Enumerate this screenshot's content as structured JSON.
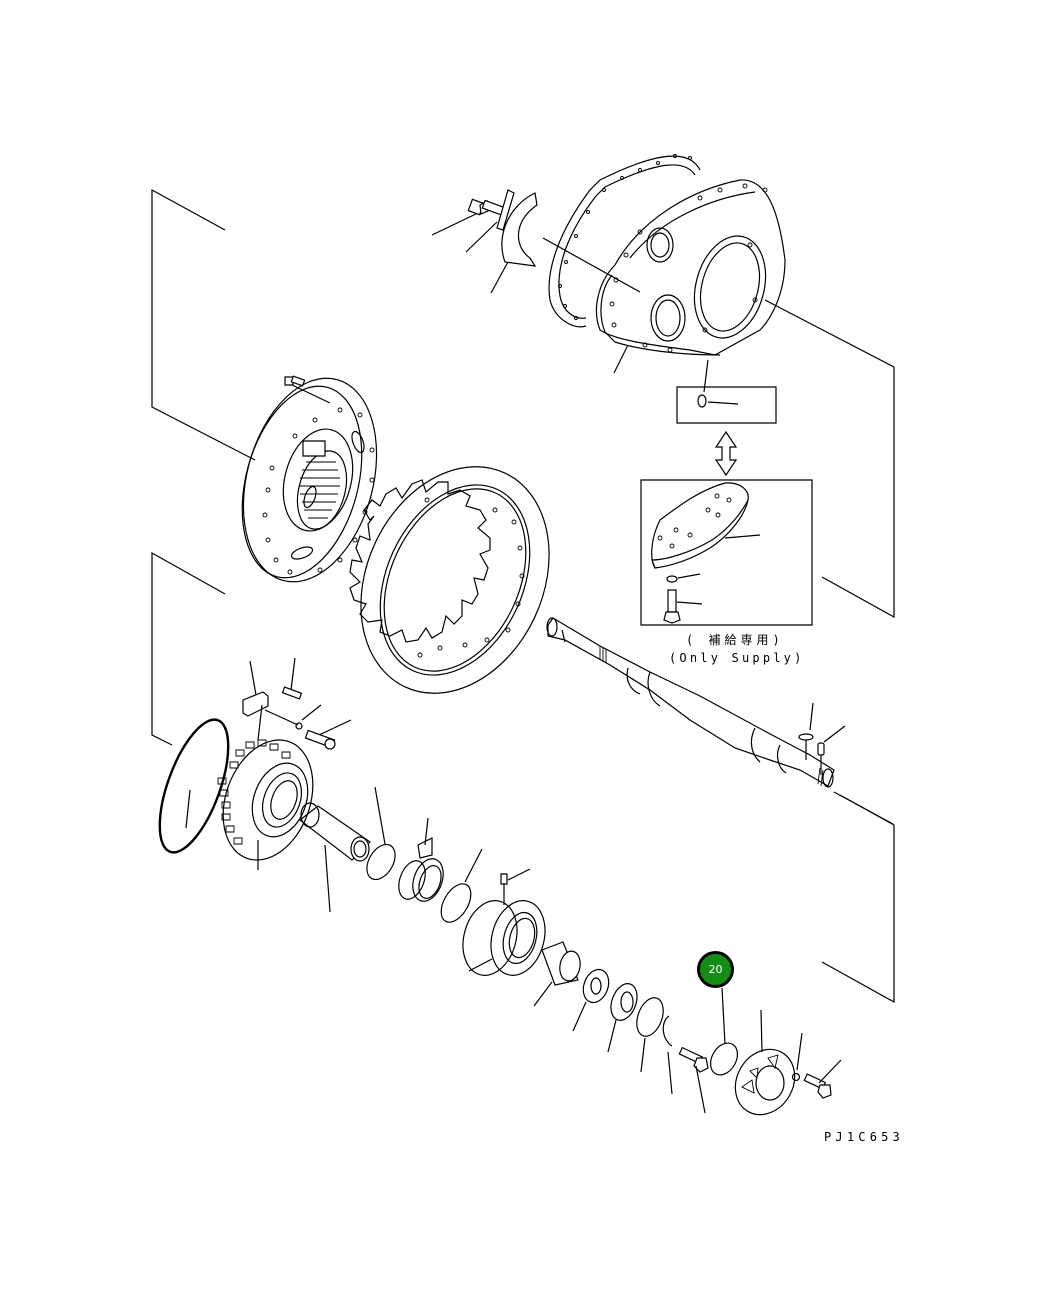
{
  "diagram": {
    "type": "exploded-parts-diagram",
    "drawing_code": "PJ1C653",
    "supply_box_caption_jp": "( 補給専用)",
    "supply_box_caption_en": "(Only Supply)",
    "highlighted_callout": {
      "number": "20",
      "color": "#158c15",
      "part": "o-ring"
    },
    "parts": [
      "bolt",
      "plate",
      "seal-ring-half",
      "gasket",
      "final-drive-case",
      "hub",
      "hub-bolt",
      "sprocket",
      "floating-seal-ring",
      "gear",
      "lock-plate",
      "pin",
      "washer",
      "cap-bolt",
      "sleeve",
      "o-ring",
      "bearing",
      "o-ring",
      "carrier",
      "plug",
      "spacer",
      "thrust-washer",
      "nut",
      "lock-washer",
      "snap-ring",
      "bolt",
      "o-ring",
      "cover",
      "washer",
      "bolt",
      "shaft",
      "key",
      "pin",
      "guard",
      "washer",
      "bolt",
      "drain-plug"
    ]
  }
}
